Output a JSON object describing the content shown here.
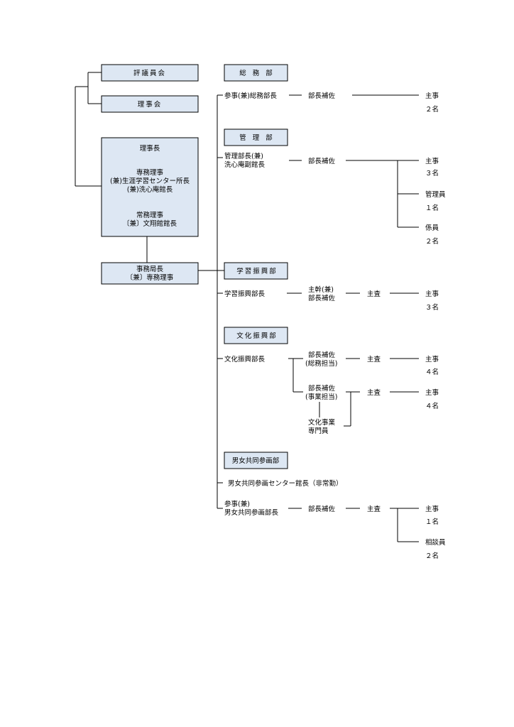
{
  "left": {
    "hyogiinkai": "評議員会",
    "rijikai": "理事会",
    "exec": {
      "chairman": "理事長",
      "senmu_l1": "専務理事",
      "senmu_l2": "(兼)生涯学習センター所長",
      "senmu_l3": "(兼)洗心庵館長",
      "jomu_l1": "常務理事",
      "jomu_l2": "〔兼〕文翔館館長"
    },
    "jimukyoku_l1": "事務局長",
    "jimukyoku_l2": "〔兼〕専務理事"
  },
  "soumu": {
    "name": "総務部",
    "head": "参事(兼)総務部長",
    "assistant": "部長補佐",
    "staff": "主事",
    "staff_count": "２名"
  },
  "kanri": {
    "name": "管理部",
    "head_l1": "管理部長(兼)",
    "head_l2": "洗心庵副館長",
    "assistant": "部長補佐",
    "staff1": "主事",
    "staff1_count": "３名",
    "staff2": "管理員",
    "staff2_count": "１名",
    "staff3": "係員",
    "staff3_count": "２名"
  },
  "gakushu": {
    "name": "学習振興部",
    "head": "学習振興部長",
    "mid_l1": "主幹(兼)",
    "mid_l2": "部長補佐",
    "chief": "主査",
    "staff": "主事",
    "staff_count": "３名"
  },
  "bunka": {
    "name": "文化振興部",
    "head": "文化振興部長",
    "asst1_l1": "部長補佐",
    "asst1_l2": "(総務担当)",
    "chief1": "主査",
    "staff1": "主事",
    "staff1_count": "４名",
    "asst2_l1": "部長補佐",
    "asst2_l2": "(事業担当)",
    "chief2": "主査",
    "staff2": "主事",
    "staff2_count": "４名",
    "specialist_l1": "文化事業",
    "specialist_l2": "専門員"
  },
  "danjo": {
    "name": "男女共同参画部",
    "center_head": "男女共同参画センター館長（非常勤）",
    "head_l1": "参事(兼)",
    "head_l2": "男女共同参画部長",
    "assistant": "部長補佐",
    "chief": "主査",
    "staff1": "主事",
    "staff1_count": "１名",
    "staff2": "相談員",
    "staff2_count": "２名"
  }
}
